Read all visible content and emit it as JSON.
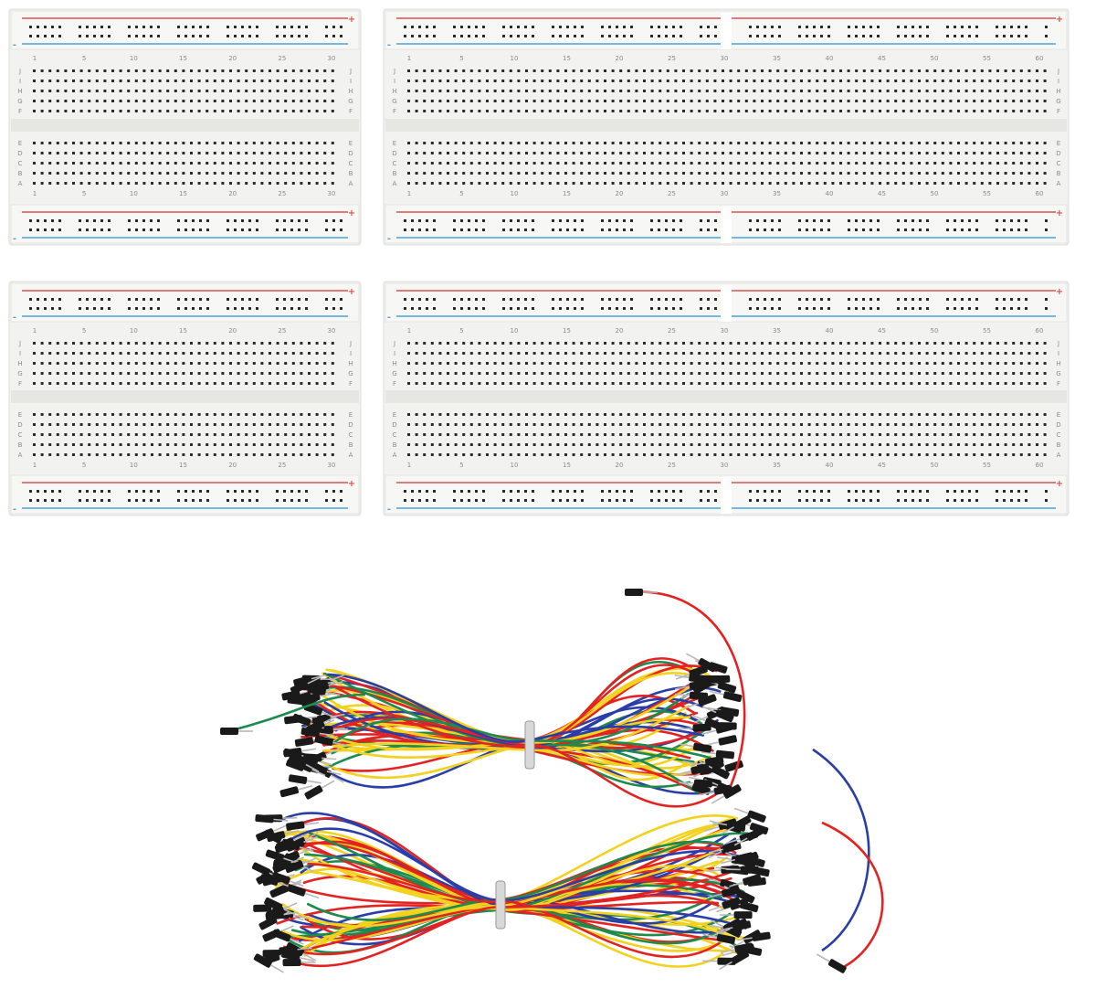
{
  "rail_marks": {
    "plus": "+",
    "minus": "-"
  },
  "row_letters": {
    "top": [
      "J",
      "I",
      "H",
      "G",
      "F"
    ],
    "bottom": [
      "E",
      "D",
      "C",
      "B",
      "A"
    ]
  },
  "column_numbers": {
    "half_board": [
      "1",
      "5",
      "10",
      "15",
      "20",
      "25",
      "30"
    ],
    "full_board": [
      "1",
      "5",
      "10",
      "15",
      "20",
      "25",
      "30",
      "35",
      "40",
      "45",
      "50",
      "55",
      "60"
    ]
  },
  "colors": {
    "board": "#f2f2f0",
    "board_edge": "#dcdcd8",
    "hole": "#2b2b2b",
    "rail_red": "#d9534f",
    "rail_blue": "#4aa3d8",
    "pin": "#1a1a1a",
    "metal": "#b8b8b8"
  },
  "wire_colors": [
    "#e32222",
    "#f2d21e",
    "#1d8a4e",
    "#2a3ea8",
    "#e32222",
    "#f2d21e"
  ],
  "boards": [
    {
      "id": "half-board-top",
      "size": "half"
    },
    {
      "id": "full-board-top",
      "size": "full"
    },
    {
      "id": "half-board-bottom",
      "size": "half"
    },
    {
      "id": "full-board-bottom",
      "size": "full"
    }
  ]
}
